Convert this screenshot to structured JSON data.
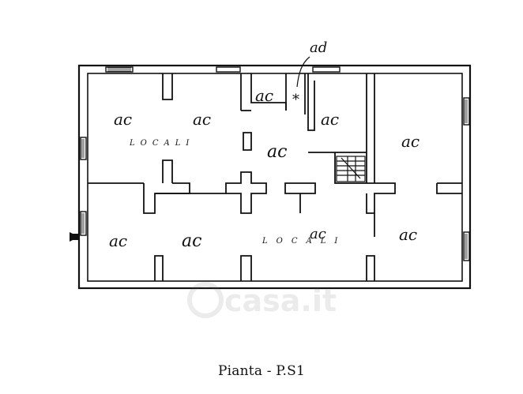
{
  "caption": "Pianta - P.S1",
  "watermark": "casa.it",
  "labels": {
    "top_annotation": "ad",
    "star": "*",
    "locali_top": "LOCALI",
    "locali_bottom": "LOCALI",
    "ac_1": "ac",
    "ac_2": "ac",
    "ac_3": "ac",
    "ac_4": "ac",
    "ac_5": "ac",
    "ac_6": "ac",
    "ac_7": "ac",
    "ac_8": "ac",
    "ac_9": "ac",
    "ac_10": "ac"
  }
}
